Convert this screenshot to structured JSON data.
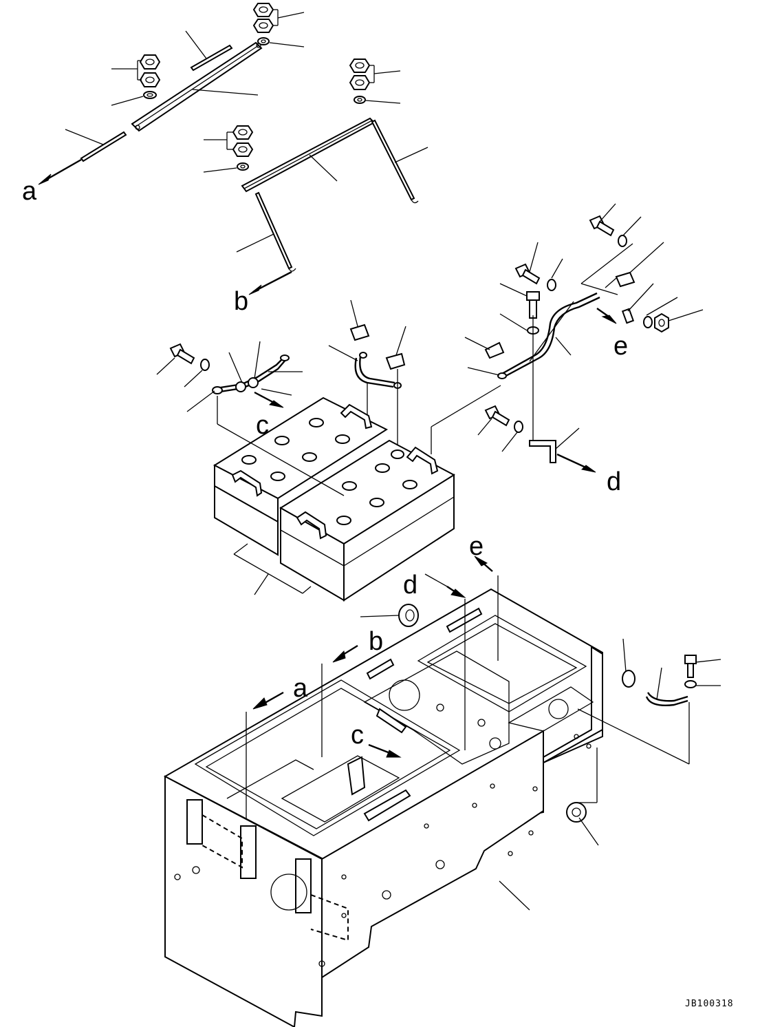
{
  "drawing_code": "JB100318",
  "ref_letters": {
    "a1": "a",
    "b1": "b",
    "c1": "c",
    "d1": "d",
    "e1": "e",
    "a2": "a",
    "b2": "b",
    "c2": "c",
    "d2": "d",
    "e2": "e"
  },
  "icons": {
    "nut": "hex-nut-icon",
    "washer": "washer-icon",
    "bolt": "hex-bolt-icon",
    "battery": "battery-icon",
    "frame": "battery-box-frame"
  }
}
